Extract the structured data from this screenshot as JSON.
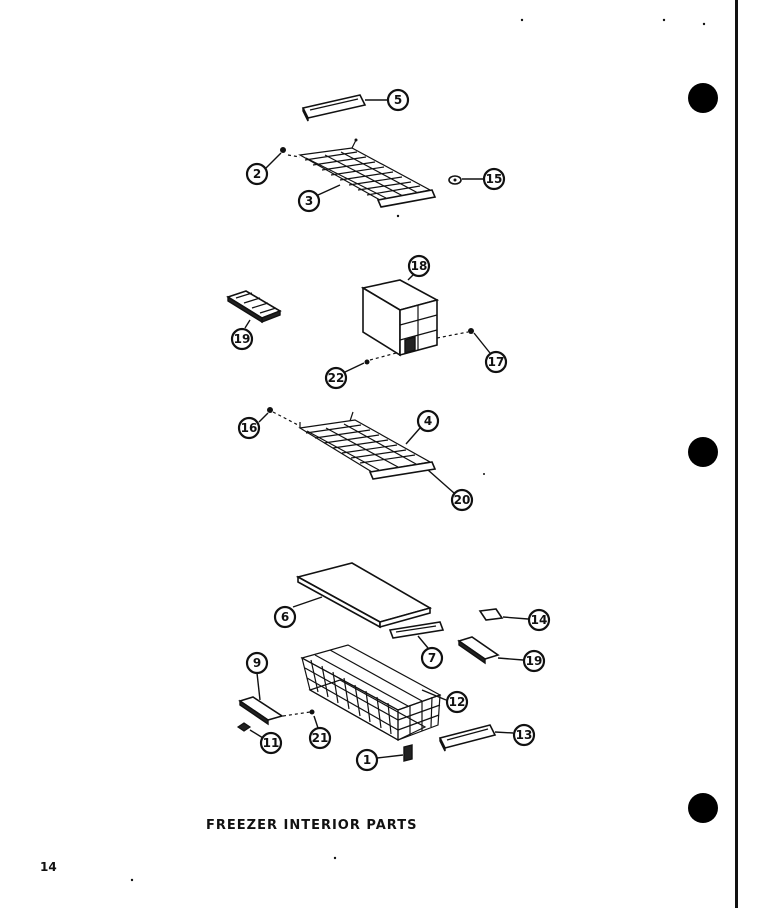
{
  "caption": "FREEZER INTERIOR PARTS",
  "page_number": "14",
  "callouts": [
    {
      "id": "c5",
      "label": "5"
    },
    {
      "id": "c2",
      "label": "2"
    },
    {
      "id": "c3",
      "label": "3"
    },
    {
      "id": "c15",
      "label": "15"
    },
    {
      "id": "c18",
      "label": "18"
    },
    {
      "id": "c19a",
      "label": "19"
    },
    {
      "id": "c17",
      "label": "17"
    },
    {
      "id": "c22",
      "label": "22"
    },
    {
      "id": "c16",
      "label": "16"
    },
    {
      "id": "c4",
      "label": "4"
    },
    {
      "id": "c20",
      "label": "20"
    },
    {
      "id": "c6",
      "label": "6"
    },
    {
      "id": "c14",
      "label": "14"
    },
    {
      "id": "c7",
      "label": "7"
    },
    {
      "id": "c19b",
      "label": "19"
    },
    {
      "id": "c9",
      "label": "9"
    },
    {
      "id": "c12",
      "label": "12"
    },
    {
      "id": "c11",
      "label": "11"
    },
    {
      "id": "c21",
      "label": "21"
    },
    {
      "id": "c13",
      "label": "13"
    },
    {
      "id": "c1",
      "label": "1"
    }
  ]
}
